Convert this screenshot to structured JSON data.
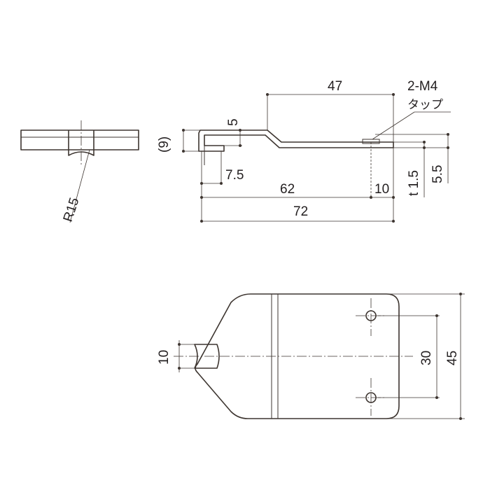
{
  "side_view": {
    "dim_47": "47",
    "dim_5": "5",
    "dim_9": "(9)",
    "dim_7_5": "7.5",
    "dim_62": "62",
    "dim_10": "10",
    "dim_72": "72",
    "dim_t1_5": "t 1.5",
    "dim_5_5": "5.5",
    "tap_label": "2-M4",
    "tap_note": "タップ"
  },
  "end_view": {
    "radius_label": "R15"
  },
  "top_view": {
    "dim_10": "10",
    "dim_30": "30",
    "dim_45": "45"
  }
}
